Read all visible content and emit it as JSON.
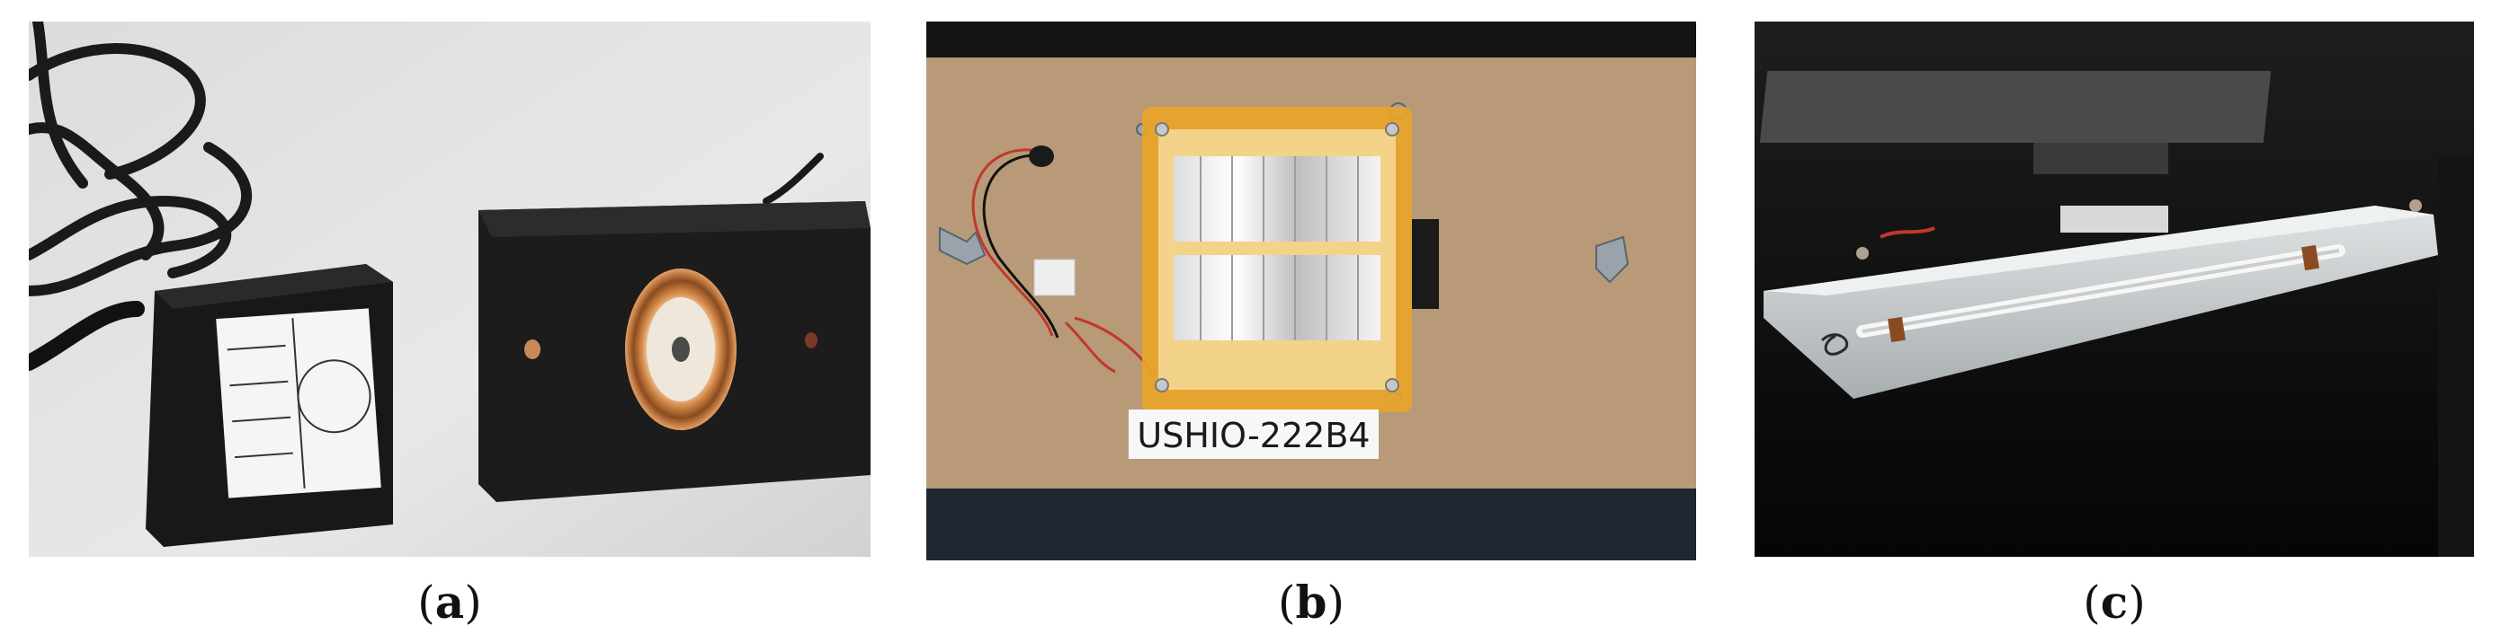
{
  "panels": [
    {
      "id": "a",
      "caption_open": "(",
      "caption_letter": "a",
      "caption_close": ")"
    },
    {
      "id": "b",
      "caption_open": "(",
      "caption_letter": "b",
      "caption_close": ")",
      "device_label": "USHIO-222B4"
    },
    {
      "id": "c",
      "caption_open": "(",
      "caption_letter": "c",
      "caption_close": ")"
    }
  ],
  "colors": {
    "board": "#b89a78",
    "amber_housing": "#e8a52a",
    "copper_ring": "#c7793c",
    "device_black": "#1c1c1c"
  }
}
